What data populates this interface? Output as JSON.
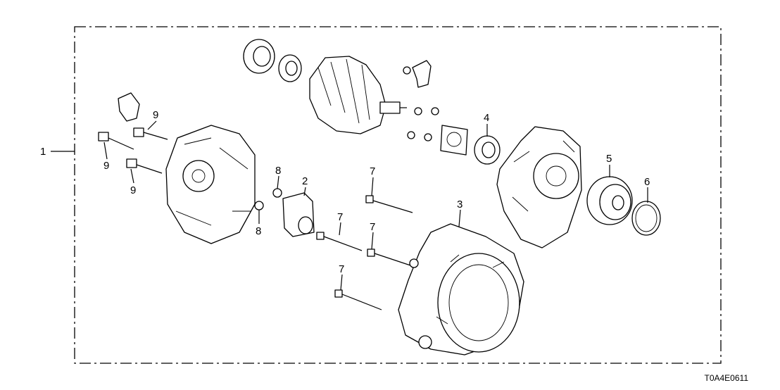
{
  "diagram": {
    "callouts": [
      {
        "id": "c1",
        "label": "1"
      },
      {
        "id": "c2",
        "label": "2"
      },
      {
        "id": "c3",
        "label": "3"
      },
      {
        "id": "c4",
        "label": "4"
      },
      {
        "id": "c5",
        "label": "5"
      },
      {
        "id": "c6",
        "label": "6"
      },
      {
        "id": "c7a",
        "label": "7"
      },
      {
        "id": "c7b",
        "label": "7"
      },
      {
        "id": "c7c",
        "label": "7"
      },
      {
        "id": "c7d",
        "label": "7"
      },
      {
        "id": "c8a",
        "label": "8"
      },
      {
        "id": "c8b",
        "label": "8"
      },
      {
        "id": "c9a",
        "label": "9"
      },
      {
        "id": "c9b",
        "label": "9"
      },
      {
        "id": "c9c",
        "label": "9"
      }
    ],
    "diagram_code": "T0A4E0611"
  }
}
